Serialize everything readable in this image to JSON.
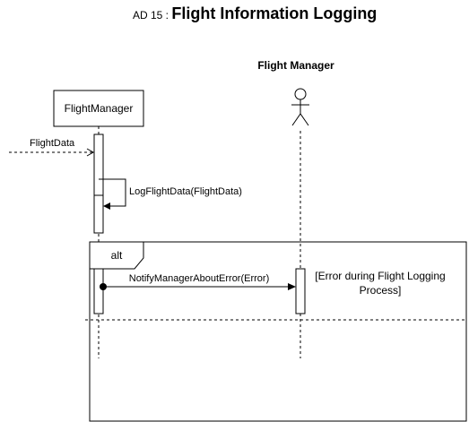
{
  "title": {
    "prefix": "AD 15 : ",
    "text": "Flight Information Logging"
  },
  "lifelines": {
    "flight_manager_object": "FlightManager",
    "flight_manager_actor": "Flight Manager"
  },
  "messages": {
    "incoming": "FlightData",
    "self_call": "LogFlightData(FlightData)",
    "notify": "NotifyManagerAboutError(Error)"
  },
  "fragment": {
    "operator": "alt",
    "guard_line1": "[Error during Flight Logging",
    "guard_line2": "Process]"
  }
}
